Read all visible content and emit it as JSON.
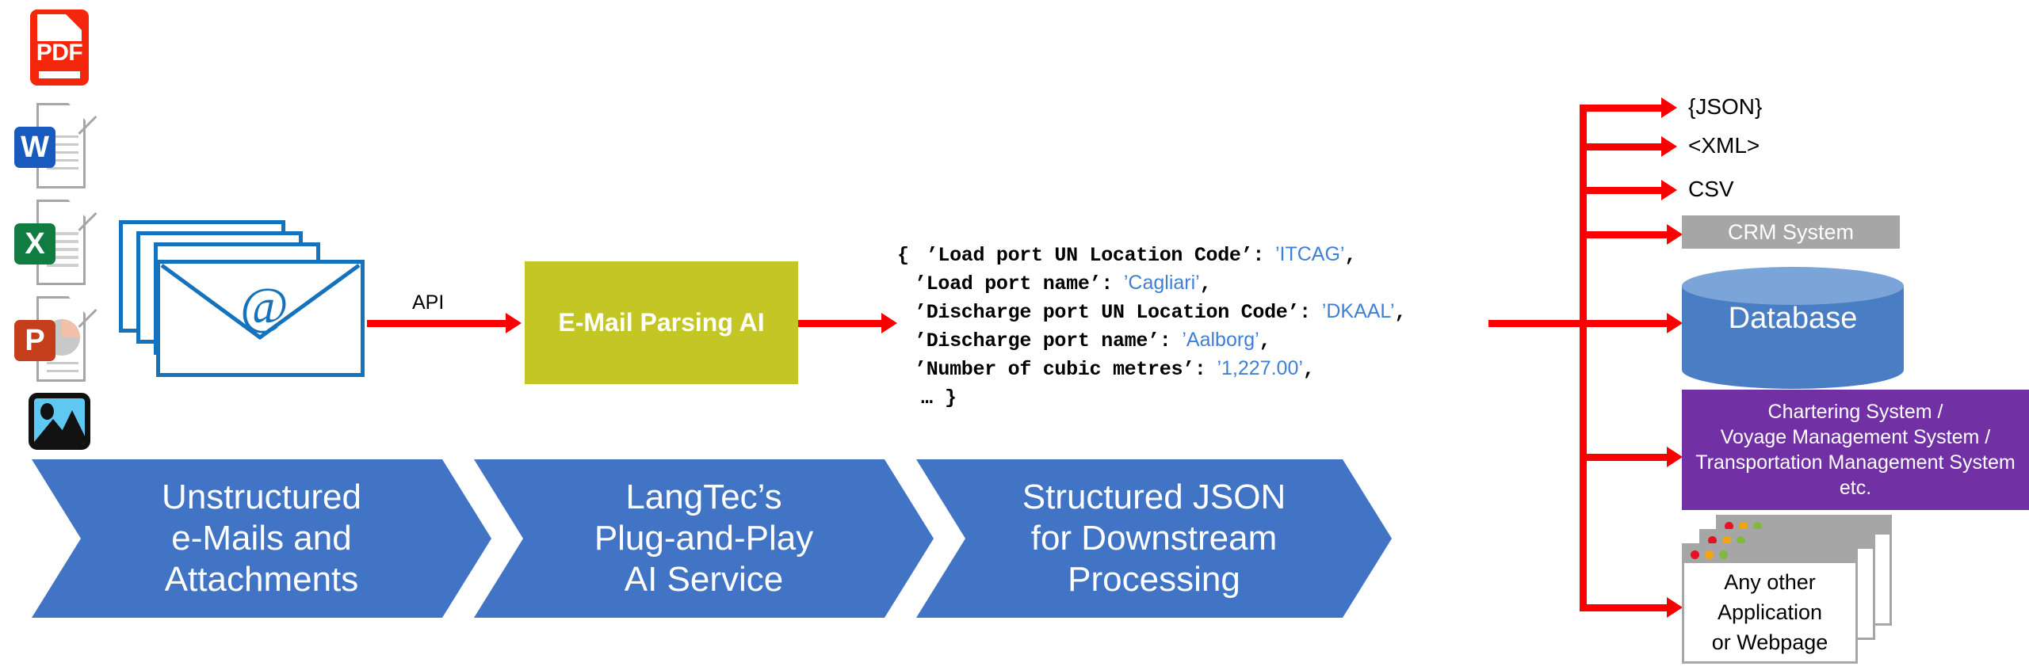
{
  "sources": {
    "label": "input-file-types",
    "items": [
      {
        "name": "pdf-file-icon",
        "label": "PDF",
        "color": "#f4270d"
      },
      {
        "name": "word-file-icon",
        "label": "W",
        "color": "#185abd"
      },
      {
        "name": "excel-file-icon",
        "label": "X",
        "color": "#107c41"
      },
      {
        "name": "powerpoint-file-icon",
        "label": "P",
        "color": "#c43e1c"
      },
      {
        "name": "image-file-icon",
        "label": "",
        "color": "#5ec8f2"
      }
    ]
  },
  "email": {
    "icon_name": "email-envelope-stack-icon",
    "at_symbol": "@",
    "stroke_color": "#1572bd"
  },
  "api": {
    "label": "API"
  },
  "service": {
    "label": "E-Mail Parsing AI",
    "color": "#c3c624"
  },
  "json_output": {
    "open_brace": "{",
    "ellipsis_close": "… }",
    "quote": "’",
    "open_quote": "’",
    "colon": ":",
    "comma": ",",
    "fields": [
      {
        "key": "Load port UN Location Code",
        "value": "ITCAG"
      },
      {
        "key": "Load port name",
        "value": "Cagliari"
      },
      {
        "key": "Discharge port UN Location Code",
        "value": "DKAAL"
      },
      {
        "key": "Discharge port name",
        "value": "Aalborg"
      },
      {
        "key": "Number of cubic metres",
        "value": "1,227.00"
      }
    ],
    "key_color": "#000000",
    "value_color": "#3f7fd6"
  },
  "stages": {
    "color": "#4274c6",
    "items": [
      {
        "name": "stage-unstructured-emails",
        "lines": [
          "Unstructured",
          "e-Mails and",
          "Attachments"
        ]
      },
      {
        "name": "stage-langtec-ai-service",
        "lines": [
          "LangTec’s",
          "Plug-and-Play",
          "AI Service"
        ]
      },
      {
        "name": "stage-structured-json",
        "lines": [
          "Structured JSON",
          "for Downstream",
          "Processing"
        ]
      }
    ]
  },
  "outputs": {
    "arrow_color": "#fa0000",
    "json": {
      "label": "{JSON}"
    },
    "xml": {
      "label": "<XML>"
    },
    "csv": {
      "label": "CSV"
    },
    "crm": {
      "label": "CRM System",
      "color": "#a6a6a6"
    },
    "database": {
      "label": "Database",
      "color": "#4a7ec4"
    },
    "management": {
      "lines": [
        "Chartering System /",
        "Voyage Management System /",
        "Transportation Management System",
        "etc."
      ],
      "color": "#7130a3"
    },
    "webpage": {
      "lines": [
        "Any other",
        "Application",
        "or Webpage"
      ],
      "dots": [
        "#e81123",
        "#f2a60c",
        "#7fba3c"
      ]
    }
  }
}
